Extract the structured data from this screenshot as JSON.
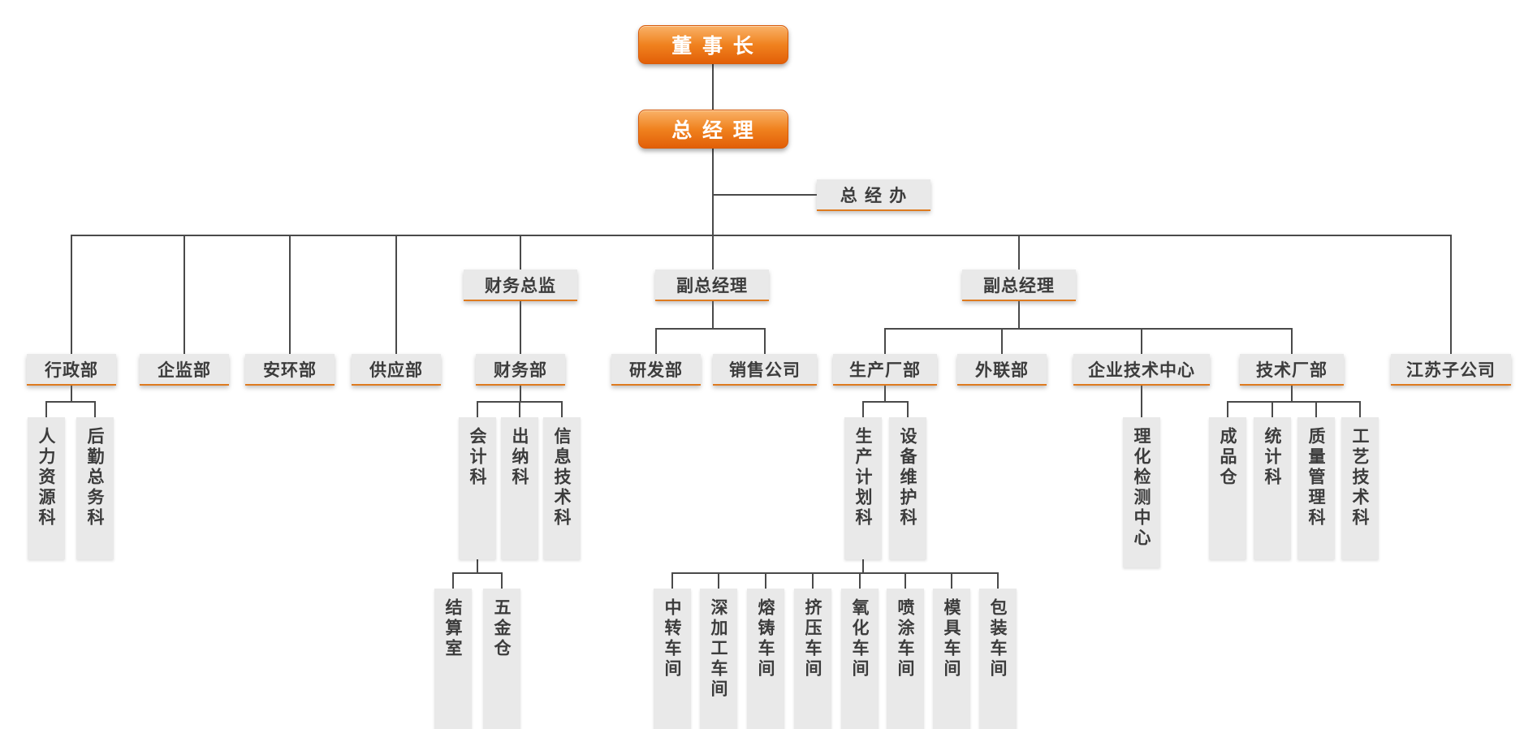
{
  "org": {
    "chairman": "董 事 长",
    "general_manager": "总 经 理",
    "gm_office": "总 经 办",
    "finance_director": "财务总监",
    "deputy_gm_1": "副总经理",
    "deputy_gm_2": "副总经理",
    "admin_dept": "行政部",
    "enterprise_supervision_dept": "企监部",
    "safety_env_dept": "安环部",
    "supply_dept": "供应部",
    "finance_dept": "财务部",
    "rd_dept": "研发部",
    "sales_company": "销售公司",
    "production_plant": "生产厂部",
    "external_relations_dept": "外联部",
    "enterprise_tech_center": "企业技术中心",
    "technology_plant": "技术厂部",
    "jiangsu_subsidiary": "江苏子公司",
    "hr_section": "人力资源科",
    "logistics_section": "后勤总务科",
    "accounting_section": "会计科",
    "cashier_section": "出纳科",
    "it_section": "信息技术科",
    "settlement_room": "结算室",
    "hardware_warehouse": "五金仓",
    "production_planning_section": "生产计划科",
    "equipment_maintenance_section": "设备维护科",
    "transfer_workshop": "中转车间",
    "deep_processing_workshop": "深加工车间",
    "melting_casting_workshop": "熔铸车间",
    "extrusion_workshop": "挤压车间",
    "oxidation_workshop": "氧化车间",
    "spraying_workshop": "喷涂车间",
    "mold_workshop": "模具车间",
    "packaging_workshop": "包装车间",
    "physicochemical_testing_center": "理化检测中心",
    "finished_goods_warehouse": "成品仓",
    "statistics_section": "统计科",
    "quality_management_section": "质量管理科",
    "process_technology_section": "工艺技术科"
  },
  "colors": {
    "accent_orange": "#e8650a",
    "box_gray": "#e9e9e9",
    "line": "#4a4a4a"
  }
}
